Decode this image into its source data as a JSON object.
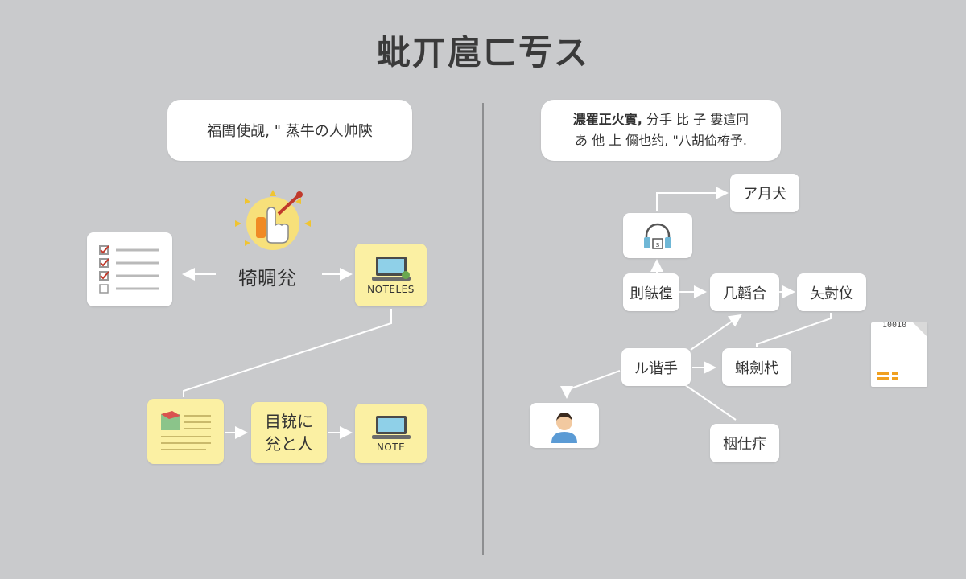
{
  "title": "蚍丌扈ㄈ亐ス",
  "left": {
    "callout_text": "福閏使觇, \" 蒸牛の人帅陝",
    "center_label": "犄晭兊",
    "notes_label_top": "NOTELES",
    "middle_box_text_line1": "目铳に",
    "middle_box_text_line2": "兊と人",
    "note_label_bottom": "NOTE"
  },
  "right": {
    "callout_line1_bold": "濃䍜正火實,",
    "callout_line1_rest": " 分手 比 子 婁這冋",
    "callout_line2": "あ 他 上 儞也约, \"八胡佡栫予.",
    "box_top": "ア月犬",
    "box_mid_left": "刞䏻徨",
    "box_mid_center": "几韜合",
    "box_mid_right": "夨尌伩",
    "box_lower_left": "ル谐手",
    "box_lower_right": "蝌劍杙",
    "box_bottom": "栶仕疜",
    "file_label": "10010"
  },
  "colors": {
    "background": "#c9cacc",
    "yellow_box": "#fbf0a3",
    "white_box": "#ffffff",
    "line": "#ffffff",
    "divider": "#8d8e90"
  },
  "icons": [
    "checklist-icon",
    "pointing-hand-icon",
    "laptop-icon",
    "document-icon",
    "headphones-icon",
    "user-avatar-icon",
    "file-icon"
  ]
}
